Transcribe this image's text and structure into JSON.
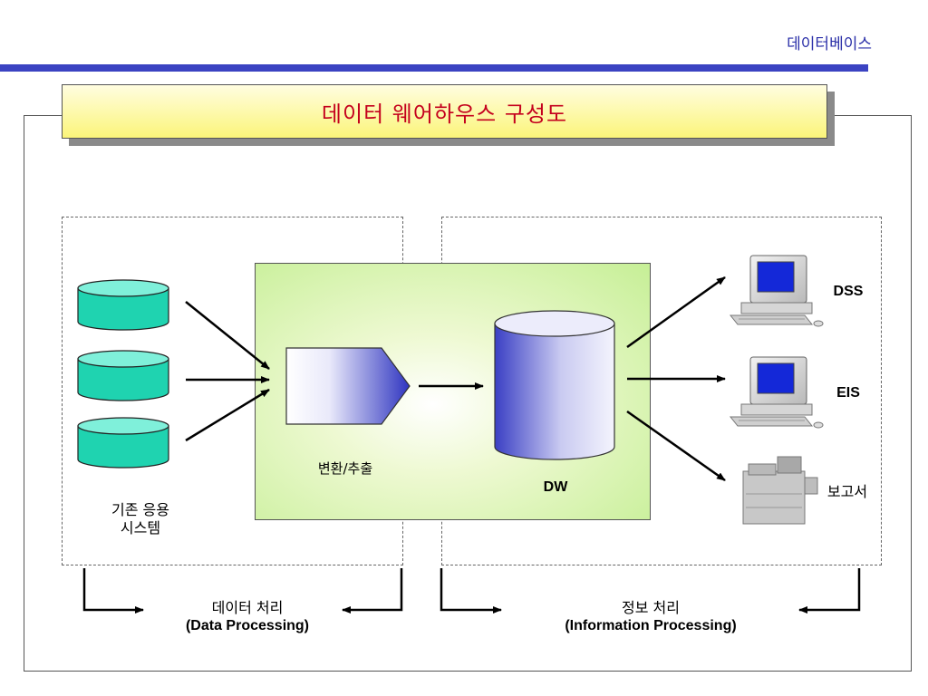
{
  "header": {
    "title": "데이터베이스"
  },
  "diagram": {
    "title": "데이터 웨어하우스 구성도",
    "legacy_systems": {
      "line1": "기존 응용",
      "line2": "시스템"
    },
    "transform_label": "변환/추출",
    "dw_label": "DW",
    "outputs": {
      "dss": "DSS",
      "eis": "EIS",
      "report": "보고서"
    },
    "data_processing": {
      "line1": "데이터 처리",
      "line2": "(Data Processing)"
    },
    "information_processing": {
      "line1": "정보 처리",
      "line2": "(Information Processing)"
    }
  },
  "colors": {
    "header_accent": "#3b43c2",
    "title_text": "#c4001d",
    "title_fill": "#fbf57a",
    "legacy_db_fill": "#1fd3b0",
    "green_panel": "#c6ef96",
    "dw_gradient": "#3a3fc4"
  }
}
